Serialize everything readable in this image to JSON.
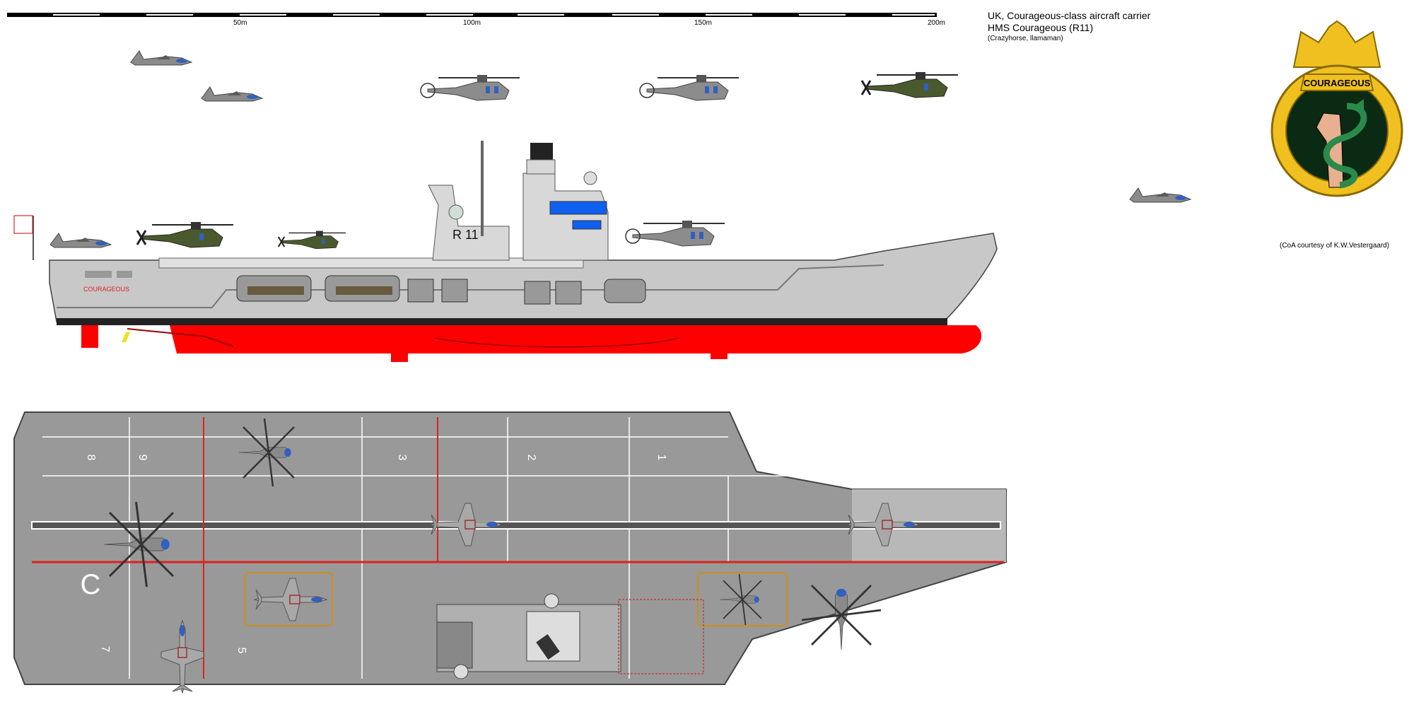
{
  "header": {
    "line1": "UK, Courageous-class aircraft carrier",
    "line2": "HMS Courageous (R11)",
    "credits": "(Crazyhorse, llamaman)"
  },
  "scale": {
    "labels": [
      "50m",
      "100m",
      "150m",
      "200m"
    ]
  },
  "crest": {
    "name": "COURAGEOUS",
    "credit": "(CoA courtesy of  K.W.Vestergaard)"
  },
  "profile": {
    "pennant": "R 11",
    "hull_name": "COURAGEOUS"
  },
  "deck": {
    "spot_numbers": [
      "8",
      "9",
      "3",
      "2",
      "1",
      "7",
      "5"
    ],
    "marker": "C"
  },
  "colors": {
    "hull_grey": "#c8c8c8",
    "deck_grey": "#999999",
    "antifouling_red": "#ff0000",
    "deck_red_line": "#e02020",
    "crest_gold": "#f0c020",
    "crest_field": "#0a2a14",
    "window_blue": "#1060f0"
  }
}
